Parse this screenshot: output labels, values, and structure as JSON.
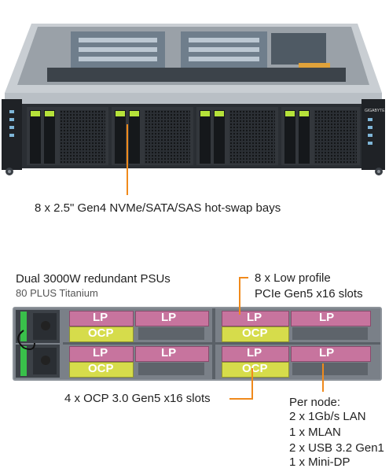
{
  "front": {
    "callout": "8 x 2.5\" Gen4 NVMe/SATA/SAS hot-swap bays",
    "brand": "GIGABYTE"
  },
  "rear": {
    "psu_title": "Dual 3000W redundant PSUs",
    "psu_sub": "80 PLUS Titanium",
    "lp_line1": "8 x Low profile",
    "lp_line2": "PCIe Gen5 x16 slots",
    "ocp_callout": "4 x OCP 3.0 Gen5 x16 slots",
    "per_node_title": "Per node:",
    "per_node_items": [
      "2 x 1Gb/s LAN",
      "1 x MLAN",
      "2 x USB 3.2 Gen1",
      "1 x Mini-DP"
    ],
    "lp_label": "LP",
    "ocp_label": "OCP"
  },
  "colors": {
    "accent": "#f08a1c",
    "lp_card": "#c7749e",
    "ocp_card": "#d6dc4b",
    "drive_latch": "#b6e23a"
  }
}
